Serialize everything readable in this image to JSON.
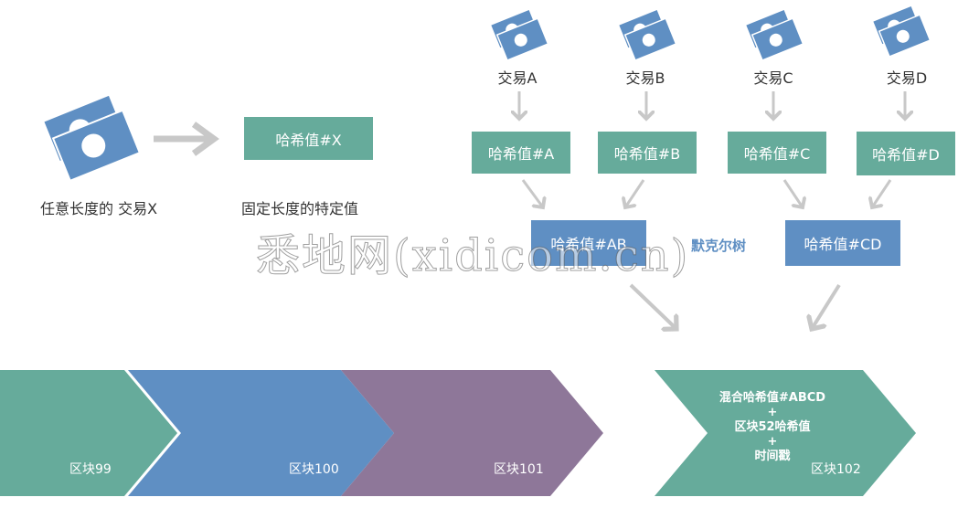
{
  "left": {
    "arbitrary_label": "任意长度的 交易X",
    "fixed_label": "固定长度的特定值",
    "hash_x": "哈希值#X"
  },
  "transactions": [
    {
      "label": "交易A",
      "hash": "哈希值#A"
    },
    {
      "label": "交易B",
      "hash": "哈希值#B"
    },
    {
      "label": "交易C",
      "hash": "哈希值#C"
    },
    {
      "label": "交易D",
      "hash": "哈希值#D"
    }
  ],
  "tree": {
    "hash_ab": "哈希值#AB",
    "hash_cd": "哈希值#CD",
    "merkle_label": "默克尔树"
  },
  "blocks": [
    {
      "label": "区块99",
      "color": "#66ab9b"
    },
    {
      "label": "区块100",
      "color": "#5f8fc3"
    },
    {
      "label": "区块101",
      "color": "#8e7799"
    },
    {
      "label": "区块102",
      "color": "#66ab9b"
    }
  ],
  "merge": {
    "line1": "混合哈希值#ABCD",
    "plus1": "+",
    "line2": "区块52哈希值",
    "plus2": "+",
    "line3": "时间戳"
  },
  "watermark": "悉地网(xidicom.cn)",
  "colors": {
    "green": "#66ab9b",
    "blue": "#5f8fc3",
    "purple": "#8e7799",
    "arrow": "#c8c8c8"
  }
}
